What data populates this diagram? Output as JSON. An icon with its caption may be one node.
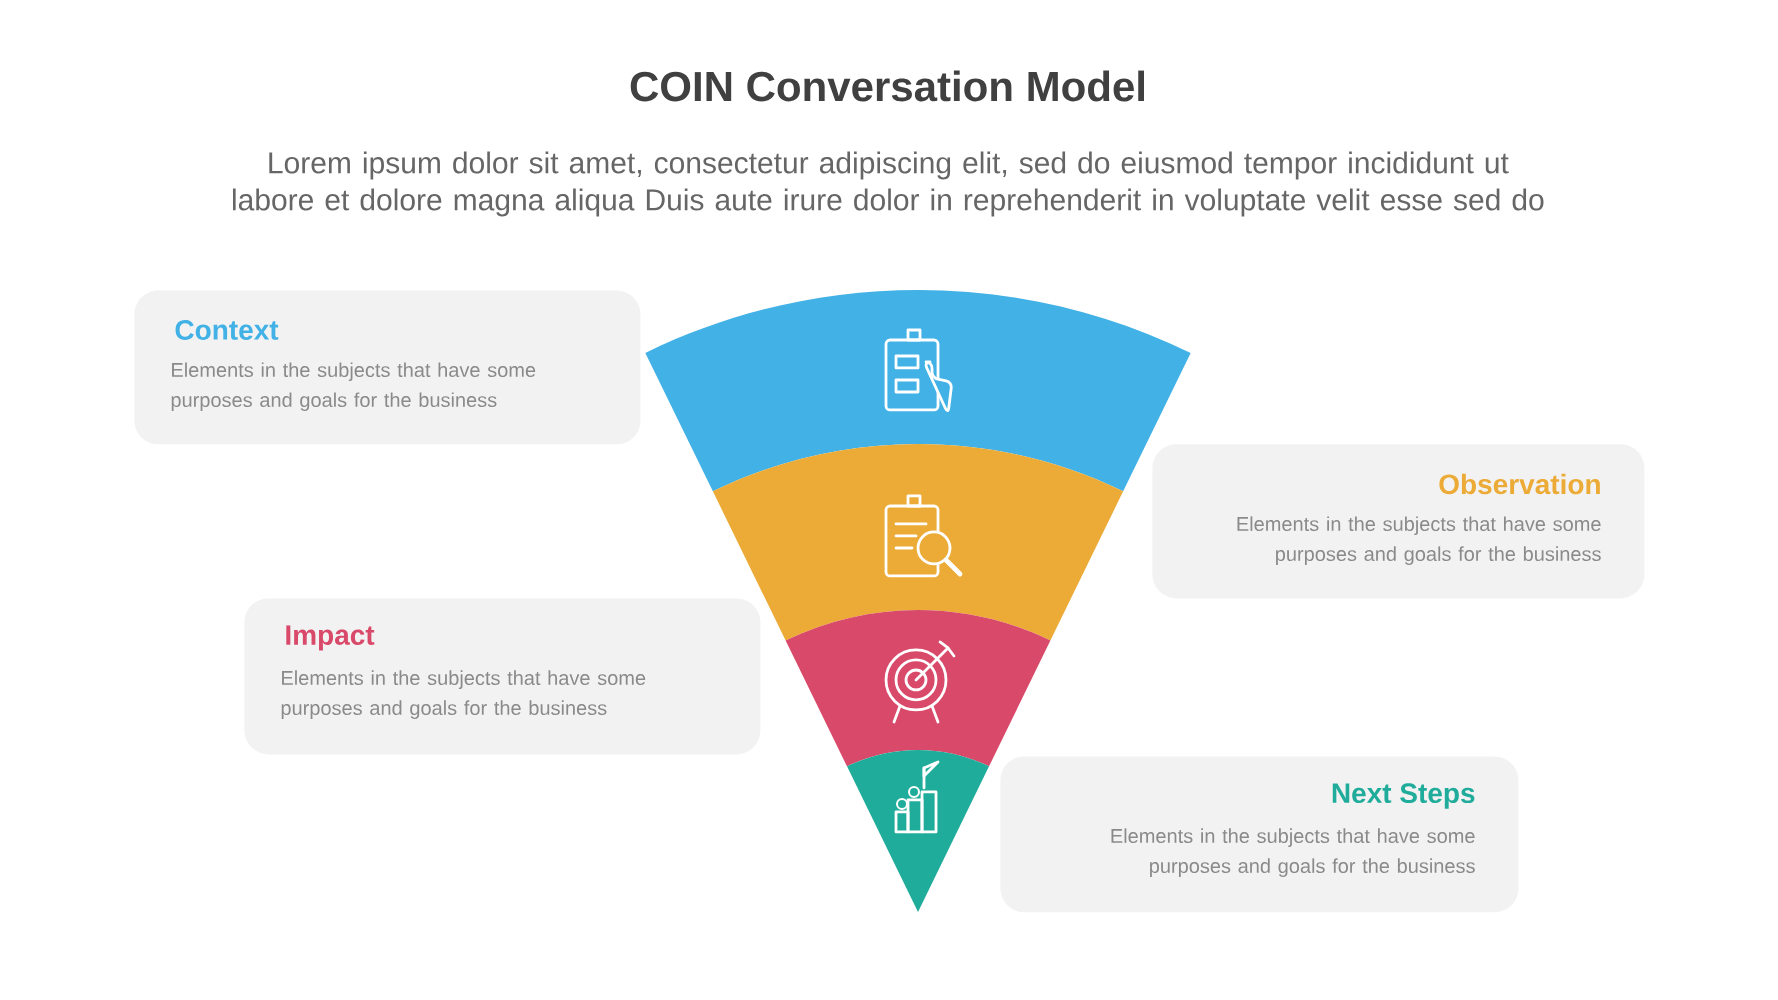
{
  "diagram": {
    "title": "COIN Conversation Model",
    "caption": "Lorem ipsum dolor sit amet, consectetur adipiscing elit, sed do eiusmod tempor incididunt ut labore et dolore magna aliqua Duis aute irure dolor in reprehenderit in voluptate velit esse sed do",
    "nodes": [
      {
        "text": [
          "Context",
          "Elements in the subjects that have some purposes and goals for the business"
        ]
      },
      {
        "text": [
          "Observation",
          "Elements in the subjects that have some purposes and goals for the business"
        ]
      },
      {
        "text": [
          "Impact",
          "Elements in the subjects that have some purposes and goals for the business"
        ]
      },
      {
        "text": [
          "Next Steps",
          "Elements in the subjects that have some purposes and goals for the business"
        ]
      },
      {
        "text": [],
        "shape": "sector"
      },
      {
        "text": [],
        "shape": "sector"
      },
      {
        "text": [],
        "shape": "sector"
      },
      {
        "text": [],
        "shape": "sector"
      }
    ]
  }
}
